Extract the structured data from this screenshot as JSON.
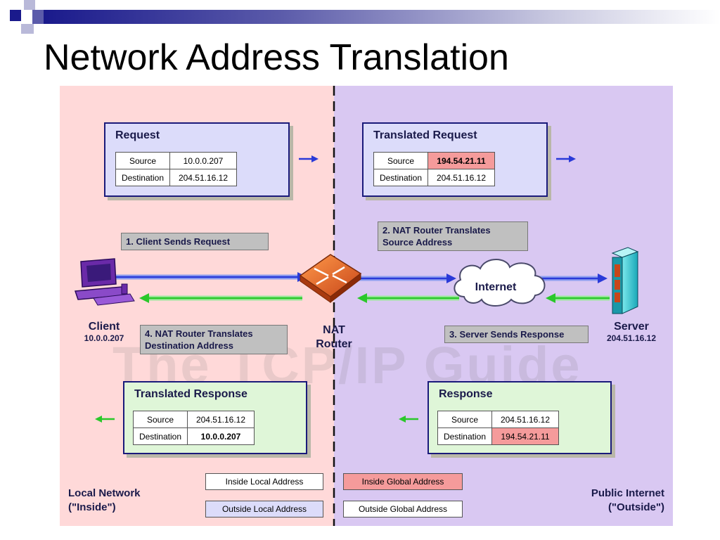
{
  "slide": {
    "title": "Network Address Translation"
  },
  "diagram": {
    "packets": {
      "request": {
        "title": "Request",
        "source_label": "Source",
        "source": "10.0.0.207",
        "destination_label": "Destination",
        "destination": "204.51.16.12"
      },
      "translated_request": {
        "title": "Translated Request",
        "source_label": "Source",
        "source": "194.54.21.11",
        "destination_label": "Destination",
        "destination": "204.51.16.12"
      },
      "translated_response": {
        "title": "Translated Response",
        "source_label": "Source",
        "source": "204.51.16.12",
        "destination_label": "Destination",
        "destination": "10.0.0.207"
      },
      "response": {
        "title": "Response",
        "source_label": "Source",
        "source": "204.51.16.12",
        "destination_label": "Destination",
        "destination": "194.54.21.11"
      }
    },
    "steps": {
      "step1": "1. Client Sends Request",
      "step2_line1": "2. NAT Router Translates",
      "step2_line2": "Source Address",
      "step3": "3. Server Sends Response",
      "step4_line1": "4. NAT Router Translates",
      "step4_line2": "Destination Address"
    },
    "nodes": {
      "client_name": "Client",
      "client_ip": "10.0.0.207",
      "router_line1": "NAT",
      "router_line2": "Router",
      "internet": "Internet",
      "server_name": "Server",
      "server_ip": "204.51.16.12"
    },
    "legend": {
      "inside_local": "Inside Local Address",
      "outside_local": "Outside Local Address",
      "inside_global": "Inside Global Address",
      "outside_global": "Outside Global Address"
    },
    "regions": {
      "local_line1": "Local Network",
      "local_line2": "(\"Inside\")",
      "public_line1": "Public Internet",
      "public_line2": "(\"Outside\")"
    },
    "watermark": "The TCP/IP Guide",
    "colors": {
      "local_bg": "#ffd9d9",
      "public_bg": "#d9c8f2",
      "request_box": "#dcdcfa",
      "response_box": "#dff6d8",
      "highlight": "#f59b9b",
      "request_arrow": "#2a3ad8",
      "response_arrow": "#2ac82a"
    }
  }
}
